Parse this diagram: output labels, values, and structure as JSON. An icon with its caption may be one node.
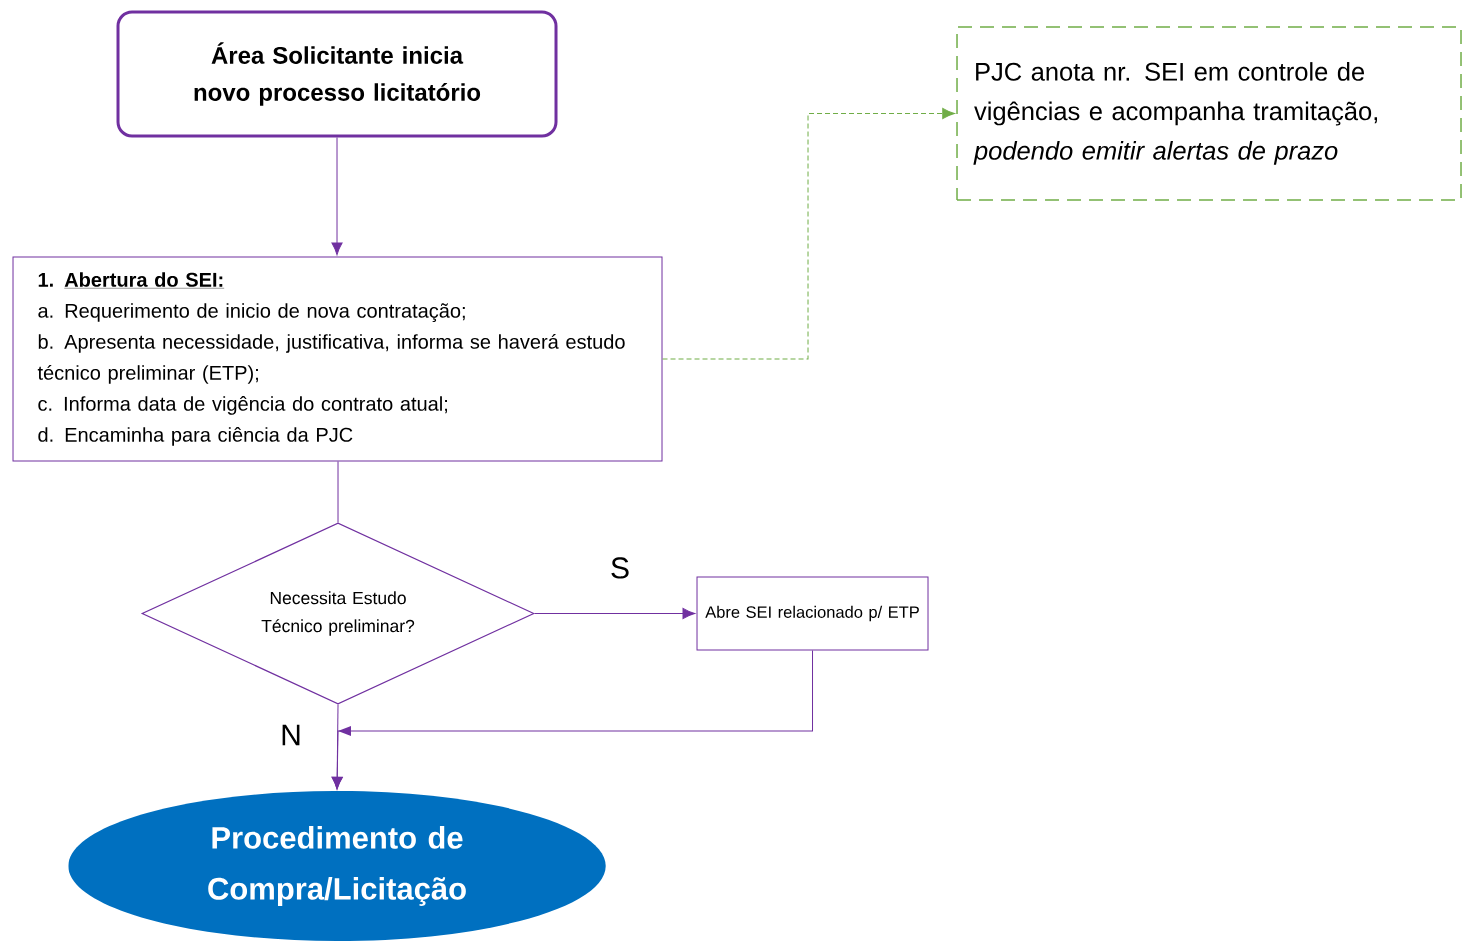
{
  "diagram": {
    "nodes": [
      {
        "text": [
          "Área Solicitante inicia novo processo licitatório"
        ]
      },
      {
        "text": [
          "1.",
          "Abertura do SEI:",
          "a. Requerimento de inicio de nova contratação;",
          "b. Apresenta necessidade, justificativa, informa se haverá estudo técnico preliminar (ETP);",
          "c. Informa data de vigência do contrato atual;",
          "d. Encaminha para ciência da PJC"
        ]
      },
      {
        "text": [
          "PJC anota nr. SEI em controle de vigências e acompanha tramitação, *podendo emitir alertas de prazo*"
        ]
      },
      {
        "text": [
          "Necessita Estudo Técnico preliminar?"
        ]
      },
      {
        "text": [
          "Abre SEI relacionado p/ ETP"
        ]
      },
      {
        "text": [
          "Procedimento de Compra/Licitação"
        ]
      }
    ],
    "edges": [
      {
        "from": 0,
        "to": 1,
        "arrow": "to"
      },
      {
        "from": 1,
        "to": 2,
        "arrow": "to",
        "style": "dashed",
        "color": "#70ad47"
      },
      {
        "from": 1,
        "to": 3,
        "arrow": "none"
      },
      {
        "from": 3,
        "to": 4,
        "arrow": "to",
        "label": "S"
      },
      {
        "from": 4,
        "to": 5,
        "arrow": "to"
      },
      {
        "from": 3,
        "to": 5,
        "arrow": "to",
        "label": "N"
      }
    ]
  }
}
